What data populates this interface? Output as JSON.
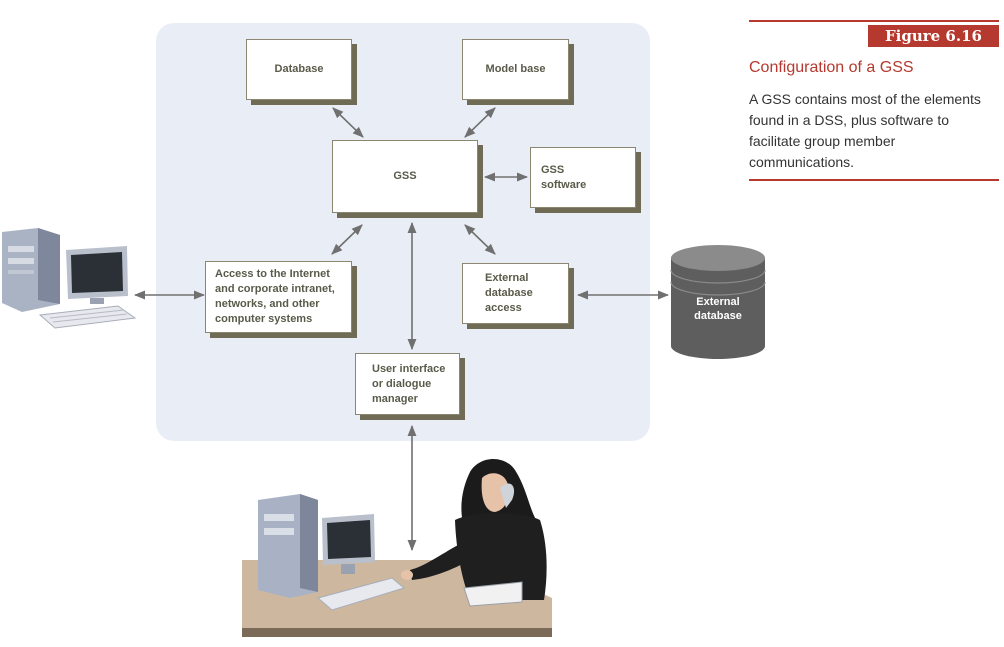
{
  "figure": {
    "label": "Figure 6.16",
    "title": "Configuration of a GSS",
    "caption": "A GSS contains most of the elements found in a DSS, plus software to facilitate group member communications.",
    "accent_color": "#b5392e"
  },
  "diagram": {
    "nodes": {
      "database": "Database",
      "model_base": "Model base",
      "gss": "GSS",
      "gss_software": "GSS\nsoftware",
      "access": "Access to the Internet\nand corporate intranet,\nnetworks, and other\ncomputer systems",
      "external_access": "External\ndatabase\naccess",
      "user_interface": "User interface\nor dialogue\nmanager",
      "external_database": "External\ndatabase"
    },
    "icons": [
      "desktop-computer-icon",
      "database-cylinder-icon",
      "user-at-workstation-icon"
    ],
    "panel_color": "#e9eef6",
    "box_shadow_color": "#6f6b55"
  }
}
